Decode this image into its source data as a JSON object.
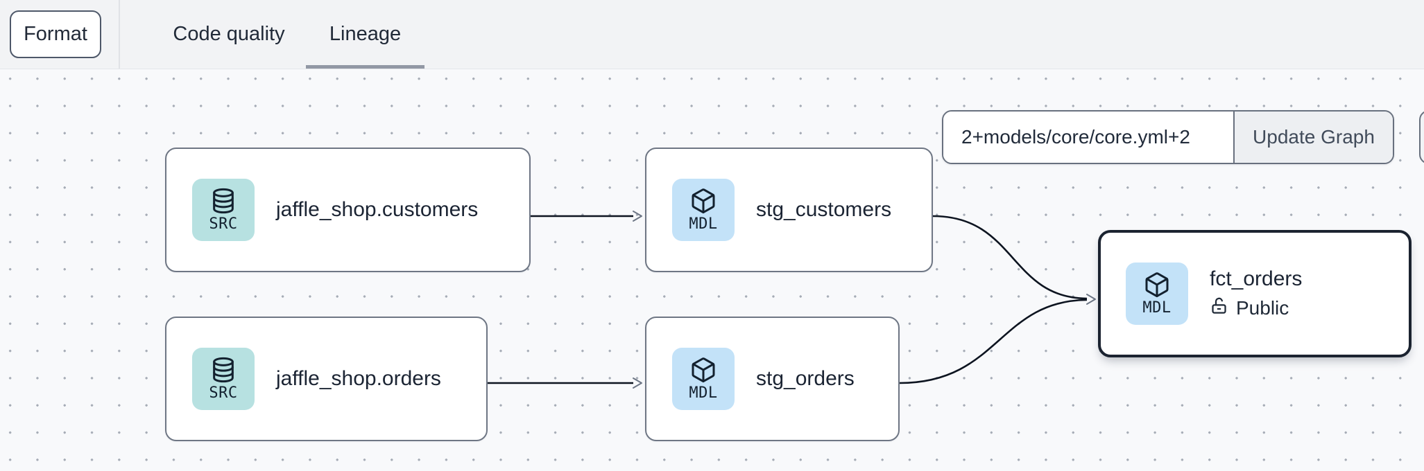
{
  "header": {
    "format_button": "Format",
    "tabs": [
      {
        "label": "Code quality",
        "active": false
      },
      {
        "label": "Lineage",
        "active": true
      }
    ]
  },
  "lineage_toolbar": {
    "selector_input": "2+models/core/core.yml+2",
    "update_button": "Update Graph"
  },
  "graph": {
    "nodes": [
      {
        "id": "jaffle_shop.customers",
        "label": "jaffle_shop.customers",
        "badge": "SRC",
        "kind": "source"
      },
      {
        "id": "stg_customers",
        "label": "stg_customers",
        "badge": "MDL",
        "kind": "model"
      },
      {
        "id": "jaffle_shop.orders",
        "label": "jaffle_shop.orders",
        "badge": "SRC",
        "kind": "source"
      },
      {
        "id": "stg_orders",
        "label": "stg_orders",
        "badge": "MDL",
        "kind": "model"
      },
      {
        "id": "fct_orders",
        "label": "fct_orders",
        "badge": "MDL",
        "kind": "model",
        "access": "Public",
        "selected": true
      }
    ],
    "edges": [
      {
        "from": "jaffle_shop.customers",
        "to": "stg_customers"
      },
      {
        "from": "jaffle_shop.orders",
        "to": "stg_orders"
      },
      {
        "from": "stg_customers",
        "to": "fct_orders"
      },
      {
        "from": "stg_orders",
        "to": "fct_orders"
      }
    ]
  },
  "colors": {
    "source_badge_bg": "#b7e1e1",
    "model_badge_bg": "#c3e2f8",
    "node_border": "#6e7684",
    "selected_node_border": "#1b2330",
    "canvas_bg": "#f8f9fb",
    "topbar_bg": "#f2f3f5",
    "edge_stroke": "#0d1420",
    "arrowhead": "#6d7685",
    "tab_underline": "#9298a4"
  }
}
